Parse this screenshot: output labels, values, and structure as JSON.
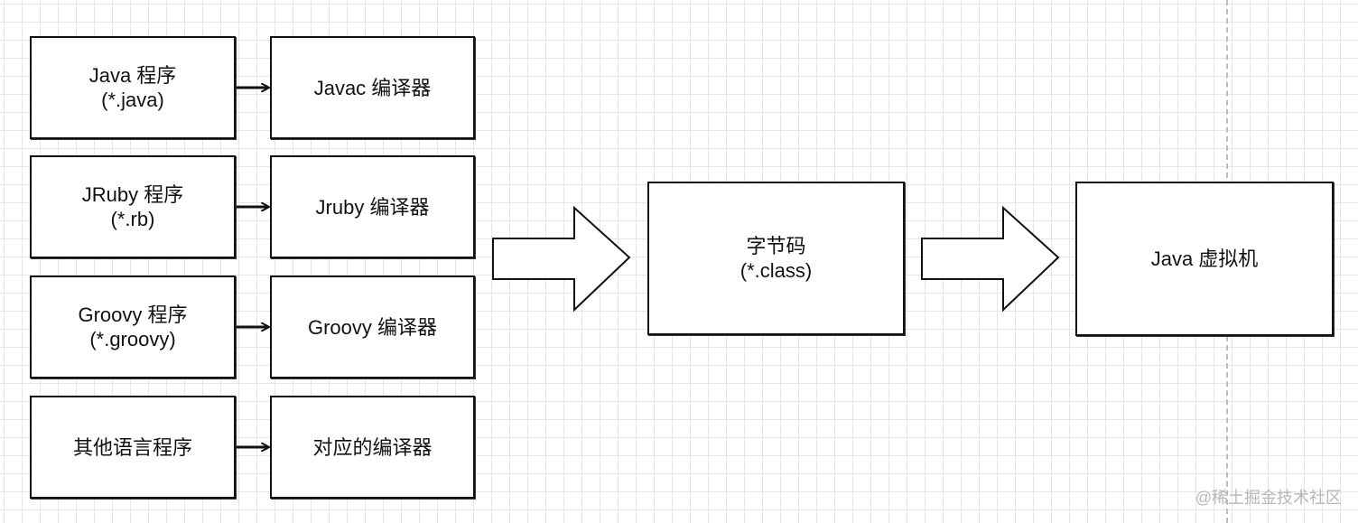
{
  "sources": [
    {
      "name": "Java 程序",
      "ext": "(*.java)",
      "compiler": "Javac 编译器"
    },
    {
      "name": "JRuby 程序",
      "ext": "(*.rb)",
      "compiler": "Jruby 编译器"
    },
    {
      "name": "Groovy 程序",
      "ext": "(*.groovy)",
      "compiler": "Groovy 编译器"
    },
    {
      "name": "其他语言程序",
      "ext": "",
      "compiler": "对应的编译器"
    }
  ],
  "bytecode": {
    "label": "字节码",
    "ext": "(*.class)"
  },
  "jvm": {
    "label": "Java 虚拟机"
  },
  "watermark": "@稀土掘金技术社区"
}
